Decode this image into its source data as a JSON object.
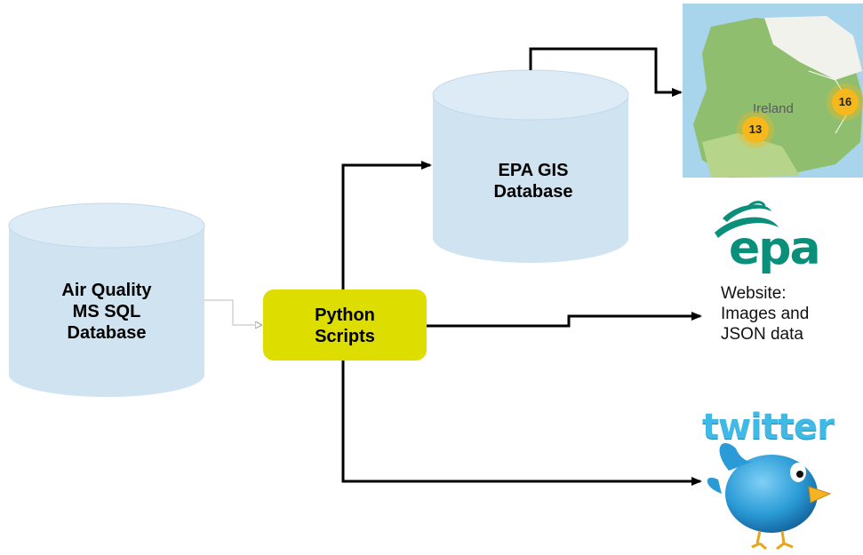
{
  "nodes": {
    "air_quality_db": {
      "lines": [
        "Air Quality",
        "MS SQL",
        "Database"
      ]
    },
    "epa_gis_db": {
      "lines": [
        "EPA GIS",
        "Database"
      ]
    },
    "python_scripts": {
      "lines": [
        "Python",
        "Scripts"
      ]
    }
  },
  "outputs": {
    "map": {
      "place_label": "Ireland",
      "clusters": [
        "13",
        "16"
      ]
    },
    "epa_website": {
      "logo_text": "epa",
      "lines": [
        "Website:",
        "Images and",
        "JSON data"
      ]
    },
    "twitter": {
      "logo_text": "twitter"
    }
  },
  "colors": {
    "database_fill": "#cfe3f1",
    "database_top": "#ddebf6",
    "python_fill": "#dddd00",
    "arrow": "#000000",
    "map_land": "#8fbf6e",
    "map_sea": "#a8d4ec",
    "epa_teal": "#0a8f7a",
    "twitter_blue": "#3fb9e6"
  },
  "icons": [
    "map-thumbnail-icon",
    "epa-logo-icon",
    "twitter-bird-icon"
  ]
}
